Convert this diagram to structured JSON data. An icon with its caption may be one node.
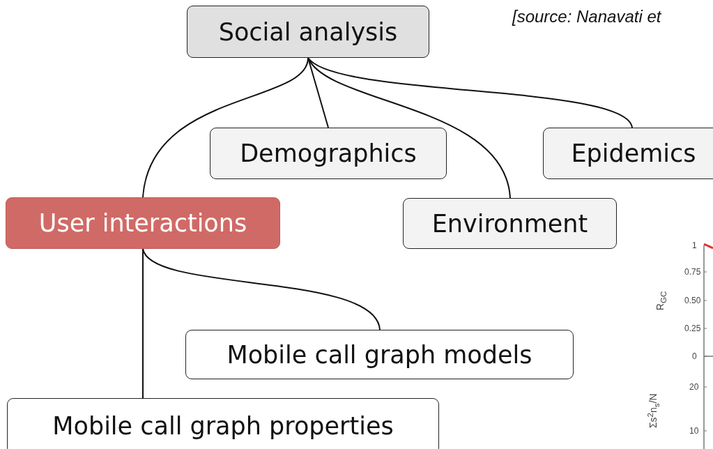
{
  "diagram": {
    "nodes": [
      {
        "text": [
          "Social analysis"
        ]
      },
      {
        "text": [
          "Demographics"
        ]
      },
      {
        "text": [
          "Epidemics"
        ]
      },
      {
        "text": [
          "User interactions"
        ]
      },
      {
        "text": [
          "Environment"
        ]
      },
      {
        "text": [
          "Mobile call graph models"
        ]
      },
      {
        "text": [
          "Mobile call graph properties"
        ]
      }
    ],
    "edges": [
      {
        "from": 0,
        "to": 3,
        "arrow": "none"
      },
      {
        "from": 0,
        "to": 1,
        "arrow": "none"
      },
      {
        "from": 0,
        "to": 4,
        "arrow": "none"
      },
      {
        "from": 0,
        "to": 2,
        "arrow": "none"
      },
      {
        "from": 3,
        "to": 5,
        "arrow": "none"
      },
      {
        "from": 3,
        "to": 6,
        "arrow": "none"
      }
    ],
    "labels": [
      "[source: Nanavati et",
      "1",
      "0.75",
      "R$_{GC}$",
      "0.50",
      "0.25",
      "0",
      "Σs$^{2}$n$_{s}$/N",
      "20",
      "10"
    ]
  }
}
